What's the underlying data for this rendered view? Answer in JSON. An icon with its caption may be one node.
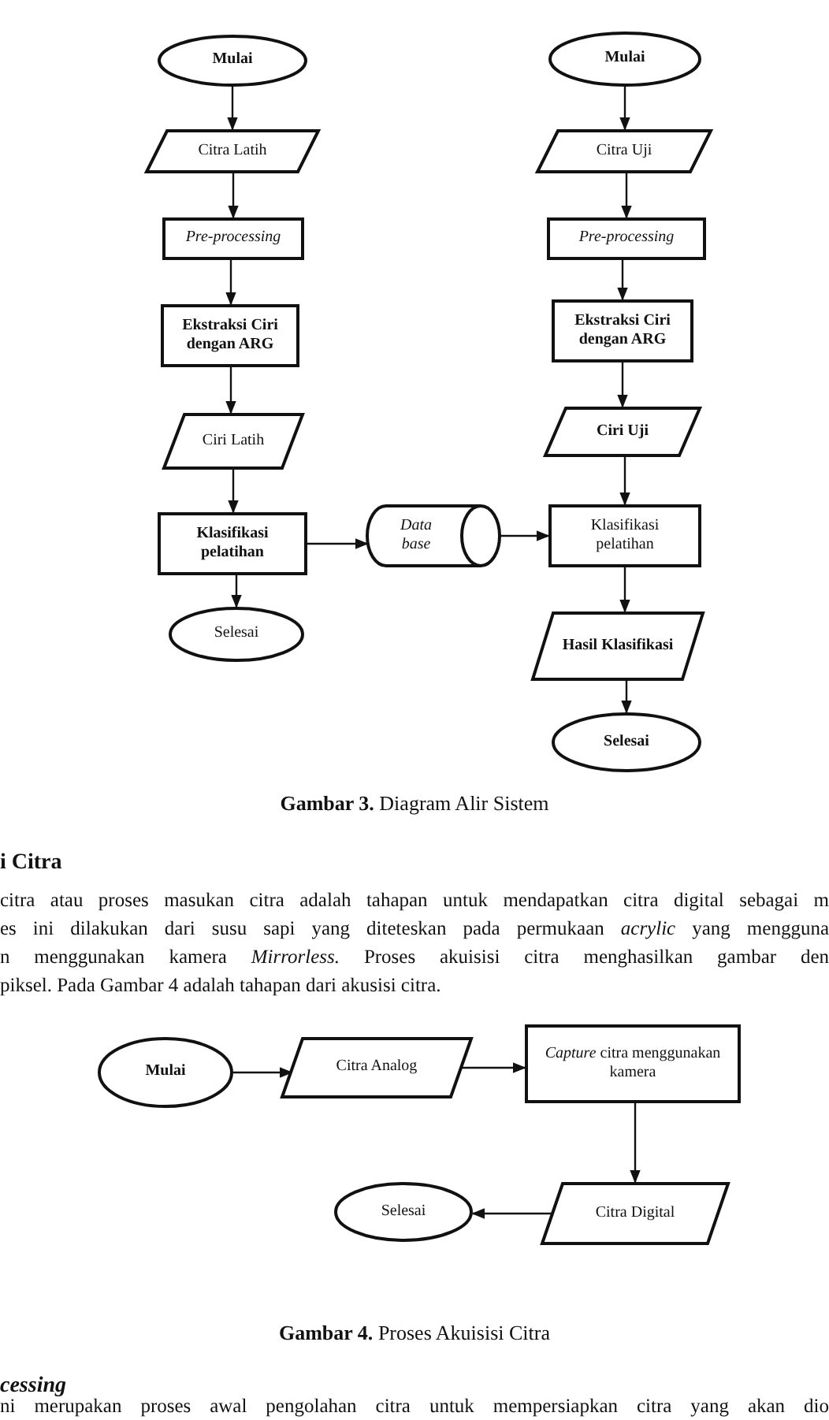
{
  "diagram": {
    "nodes": [
      {
        "text": [
          "Mulai"
        ]
      },
      {
        "text": [
          "Citra Latih"
        ]
      },
      {
        "text": [
          "Pre-processing"
        ]
      },
      {
        "text": [
          "Ekstraksi Ciri dengan ARG"
        ]
      },
      {
        "text": [
          "Ciri Latih"
        ]
      },
      {
        "text": [
          "Klasifikasi pelatihan"
        ]
      },
      {
        "text": [
          "Selesai"
        ]
      },
      {
        "text": [
          "Data base"
        ]
      },
      {
        "text": [
          "Mulai"
        ]
      },
      {
        "text": [
          "Citra Uji"
        ]
      },
      {
        "text": [
          "Pre-processing"
        ]
      },
      {
        "text": [
          "Ekstraksi Ciri dengan ARG"
        ]
      },
      {
        "text": [
          "Ciri Uji"
        ]
      },
      {
        "text": [
          "Klasifikasi pelatihan"
        ]
      },
      {
        "text": [
          "Hasil Klasifikasi"
        ]
      },
      {
        "text": [
          "Selesai"
        ]
      },
      {
        "text": [
          "Mulai"
        ]
      },
      {
        "text": [
          "Citra Analog"
        ]
      },
      {
        "text": [
          "*Capture* citra menggunakan kamera"
        ]
      },
      {
        "text": [
          "Citra Digital"
        ]
      },
      {
        "text": [
          "Selesai"
        ]
      }
    ],
    "edges": [
      {
        "from": 0,
        "to": 1,
        "arrow": "to"
      },
      {
        "from": 1,
        "to": 2,
        "arrow": "to"
      },
      {
        "from": 2,
        "to": 3,
        "arrow": "to"
      },
      {
        "from": 3,
        "to": 4,
        "arrow": "to"
      },
      {
        "from": 4,
        "to": 5,
        "arrow": "to"
      },
      {
        "from": 5,
        "to": 6,
        "arrow": "to"
      },
      {
        "from": 5,
        "to": 7,
        "arrow": "to"
      },
      {
        "from": 7,
        "to": 13,
        "arrow": "to"
      },
      {
        "from": 8,
        "to": 9,
        "arrow": "to"
      },
      {
        "from": 9,
        "to": 10,
        "arrow": "to"
      },
      {
        "from": 10,
        "to": 11,
        "arrow": "to"
      },
      {
        "from": 11,
        "to": 12,
        "arrow": "to"
      },
      {
        "from": 12,
        "to": 13,
        "arrow": "to"
      },
      {
        "from": 13,
        "to": 14,
        "arrow": "to"
      },
      {
        "from": 14,
        "to": 15,
        "arrow": "to"
      },
      {
        "from": 16,
        "to": 17,
        "arrow": "to"
      },
      {
        "from": 17,
        "to": 18,
        "arrow": "to"
      },
      {
        "from": 18,
        "to": 19,
        "arrow": "to"
      },
      {
        "from": 19,
        "to": 20,
        "arrow": "to"
      }
    ],
    "labels": [
      "**Gambar 3.** Diagram Alir Sistem",
      "i Citra",
      "citra atau proses masukan citra adalah tahapan untuk mendapatkan citra digital sebagai m",
      "es ini dilakukan dari susu sapi yang diteteskan pada permukaan *acrylic* yang mengguna",
      "n menggunakan kamera *Mirrorless.* Proses akuisisi citra menghasilkan gambar den",
      "piksel. Pada Gambar 4 adalah tahapan dari akusisi citra.",
      "**Gambar 4.** Proses Akuisisi Citra",
      "cessing",
      "ni merupakan proses awal pengolahan citra untuk mempersiapkan citra yang akan dio"
    ]
  }
}
